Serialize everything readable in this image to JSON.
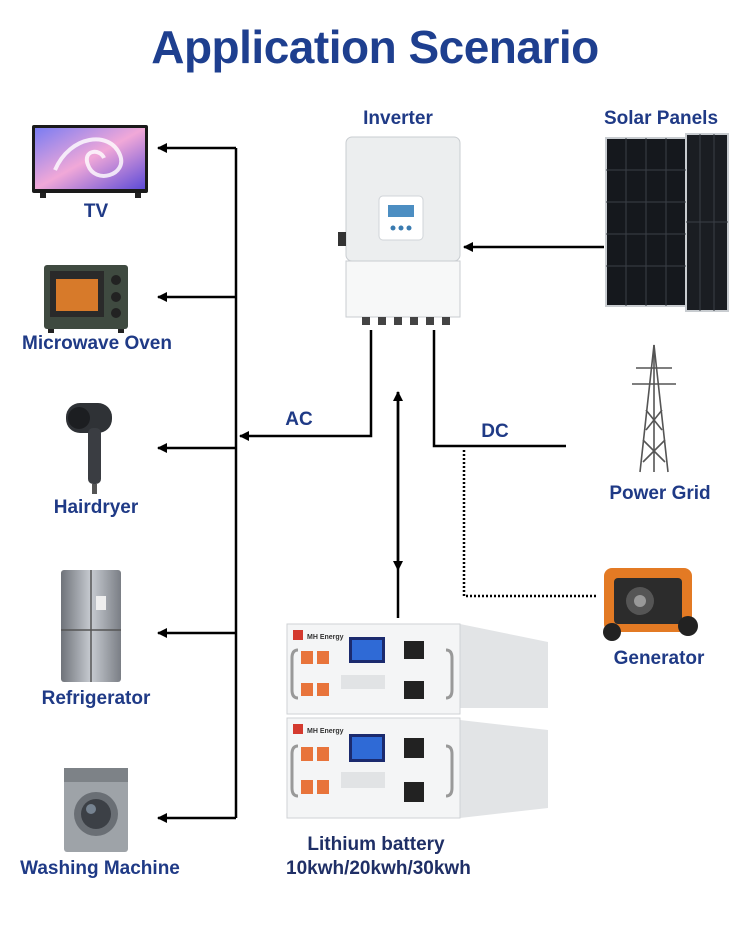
{
  "title": "Application Scenario",
  "loads": {
    "tv": "TV",
    "microwave": "Microwave Oven",
    "hairdryer": "Hairdryer",
    "refrigerator": "Refrigerator",
    "washing_machine": "Washing Machine"
  },
  "sources": {
    "inverter": "Inverter",
    "solar": "Solar Panels",
    "grid": "Power Grid",
    "generator": "Generator"
  },
  "lines": {
    "ac": "AC",
    "dc": "DC"
  },
  "battery": {
    "name": "Lithium battery",
    "capacity": "10kwh/20kwh/30kwh",
    "brand": "MH Energy"
  },
  "colors": {
    "title": "#1e3f8f",
    "label": "#1f3a86",
    "battery_handle": "#e8743b"
  }
}
